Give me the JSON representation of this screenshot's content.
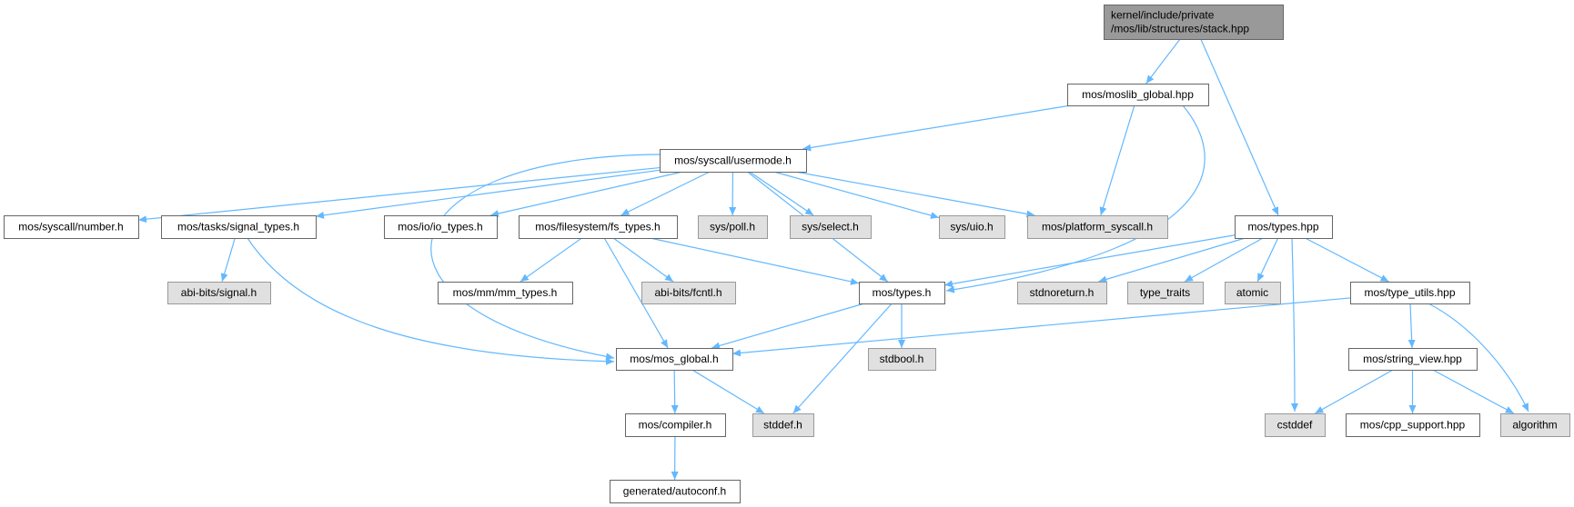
{
  "colors": {
    "edge": "#63b8ff",
    "root_fill": "#999999",
    "external_fill": "#e0e0e0",
    "node_fill": "#ffffff",
    "node_stroke": "#666666",
    "external_stroke": "#999999"
  },
  "nodes": [
    {
      "id": "root",
      "kind": "root",
      "lines": [
        "kernel/include/private",
        "/mos/lib/structures/stack.hpp"
      ]
    },
    {
      "id": "moslib_global",
      "kind": "normal",
      "lines": [
        "mos/moslib_global.hpp"
      ]
    },
    {
      "id": "usermode",
      "kind": "normal",
      "lines": [
        "mos/syscall/usermode.h"
      ]
    },
    {
      "id": "types_hpp",
      "kind": "normal",
      "lines": [
        "mos/types.hpp"
      ]
    },
    {
      "id": "number",
      "kind": "normal",
      "lines": [
        "mos/syscall/number.h"
      ]
    },
    {
      "id": "signal_types",
      "kind": "normal",
      "lines": [
        "mos/tasks/signal_types.h"
      ]
    },
    {
      "id": "io_types",
      "kind": "normal",
      "lines": [
        "mos/io/io_types.h"
      ]
    },
    {
      "id": "fs_types",
      "kind": "normal",
      "lines": [
        "mos/filesystem/fs_types.h"
      ]
    },
    {
      "id": "sys_poll",
      "kind": "external",
      "lines": [
        "sys/poll.h"
      ]
    },
    {
      "id": "sys_select",
      "kind": "external",
      "lines": [
        "sys/select.h"
      ]
    },
    {
      "id": "sys_uio",
      "kind": "external",
      "lines": [
        "sys/uio.h"
      ]
    },
    {
      "id": "platform_syscall",
      "kind": "external",
      "lines": [
        "mos/platform_syscall.h"
      ]
    },
    {
      "id": "abi_signal",
      "kind": "external",
      "lines": [
        "abi-bits/signal.h"
      ]
    },
    {
      "id": "mm_types",
      "kind": "normal",
      "lines": [
        "mos/mm/mm_types.h"
      ]
    },
    {
      "id": "abi_fcntl",
      "kind": "external",
      "lines": [
        "abi-bits/fcntl.h"
      ]
    },
    {
      "id": "types_h",
      "kind": "normal",
      "lines": [
        "mos/types.h"
      ]
    },
    {
      "id": "stdnoreturn",
      "kind": "external",
      "lines": [
        "stdnoreturn.h"
      ]
    },
    {
      "id": "type_traits",
      "kind": "external",
      "lines": [
        "type_traits"
      ]
    },
    {
      "id": "atomic",
      "kind": "external",
      "lines": [
        "atomic"
      ]
    },
    {
      "id": "type_utils",
      "kind": "normal",
      "lines": [
        "mos/type_utils.hpp"
      ]
    },
    {
      "id": "mos_global",
      "kind": "normal",
      "lines": [
        "mos/mos_global.h"
      ]
    },
    {
      "id": "stdbool",
      "kind": "external",
      "lines": [
        "stdbool.h"
      ]
    },
    {
      "id": "string_view",
      "kind": "normal",
      "lines": [
        "mos/string_view.hpp"
      ]
    },
    {
      "id": "compiler",
      "kind": "normal",
      "lines": [
        "mos/compiler.h"
      ]
    },
    {
      "id": "stddef",
      "kind": "external",
      "lines": [
        "stddef.h"
      ]
    },
    {
      "id": "cstddef",
      "kind": "external",
      "lines": [
        "cstddef"
      ]
    },
    {
      "id": "cpp_support",
      "kind": "normal",
      "lines": [
        "mos/cpp_support.hpp"
      ]
    },
    {
      "id": "algorithm",
      "kind": "external",
      "lines": [
        "algorithm"
      ]
    },
    {
      "id": "autoconf",
      "kind": "normal",
      "lines": [
        "generated/autoconf.h"
      ]
    }
  ],
  "edges": [
    [
      "root",
      "moslib_global"
    ],
    [
      "root",
      "types_hpp"
    ],
    [
      "moslib_global",
      "usermode"
    ],
    [
      "moslib_global",
      "platform_syscall"
    ],
    [
      "moslib_global",
      "types_h"
    ],
    [
      "usermode",
      "number"
    ],
    [
      "usermode",
      "signal_types"
    ],
    [
      "usermode",
      "io_types"
    ],
    [
      "usermode",
      "fs_types"
    ],
    [
      "usermode",
      "sys_poll"
    ],
    [
      "usermode",
      "sys_select"
    ],
    [
      "usermode",
      "sys_uio"
    ],
    [
      "usermode",
      "platform_syscall"
    ],
    [
      "usermode",
      "types_h"
    ],
    [
      "usermode",
      "mos_global"
    ],
    [
      "signal_types",
      "abi_signal"
    ],
    [
      "signal_types",
      "mos_global"
    ],
    [
      "fs_types",
      "mm_types"
    ],
    [
      "fs_types",
      "mos_global"
    ],
    [
      "fs_types",
      "abi_fcntl"
    ],
    [
      "fs_types",
      "types_h"
    ],
    [
      "types_hpp",
      "types_h"
    ],
    [
      "types_hpp",
      "stdnoreturn"
    ],
    [
      "types_hpp",
      "type_traits"
    ],
    [
      "types_hpp",
      "atomic"
    ],
    [
      "types_hpp",
      "cstddef"
    ],
    [
      "types_hpp",
      "type_utils"
    ],
    [
      "types_h",
      "mos_global"
    ],
    [
      "types_h",
      "stddef"
    ],
    [
      "types_h",
      "stdbool"
    ],
    [
      "mos_global",
      "compiler"
    ],
    [
      "mos_global",
      "stddef"
    ],
    [
      "compiler",
      "autoconf"
    ],
    [
      "type_utils",
      "mos_global"
    ],
    [
      "type_utils",
      "string_view"
    ],
    [
      "type_utils",
      "algorithm"
    ],
    [
      "string_view",
      "cstddef"
    ],
    [
      "string_view",
      "cpp_support"
    ],
    [
      "string_view",
      "algorithm"
    ]
  ]
}
